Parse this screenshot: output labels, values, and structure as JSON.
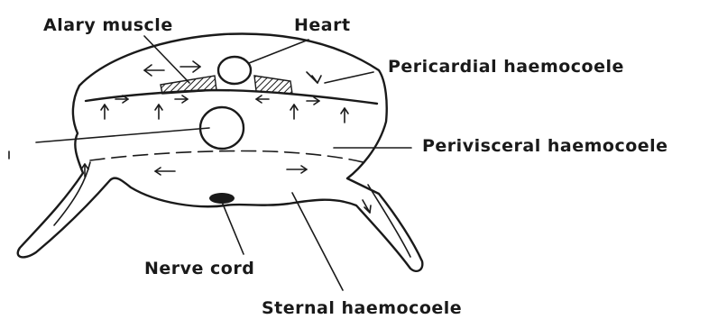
{
  "diagram": {
    "labels": {
      "alary_muscle": "Alary muscle",
      "heart": "Heart",
      "pericardial_haemocoele": "Pericardial haemocoele",
      "perivisceral_haemocoele": "Perivisceral haemocoele",
      "nerve_cord": "Nerve cord",
      "sternal_haemocoele": "Sternal haemocoele"
    },
    "colors": {
      "ink": "#1a1a1a",
      "background": "#ffffff"
    }
  }
}
